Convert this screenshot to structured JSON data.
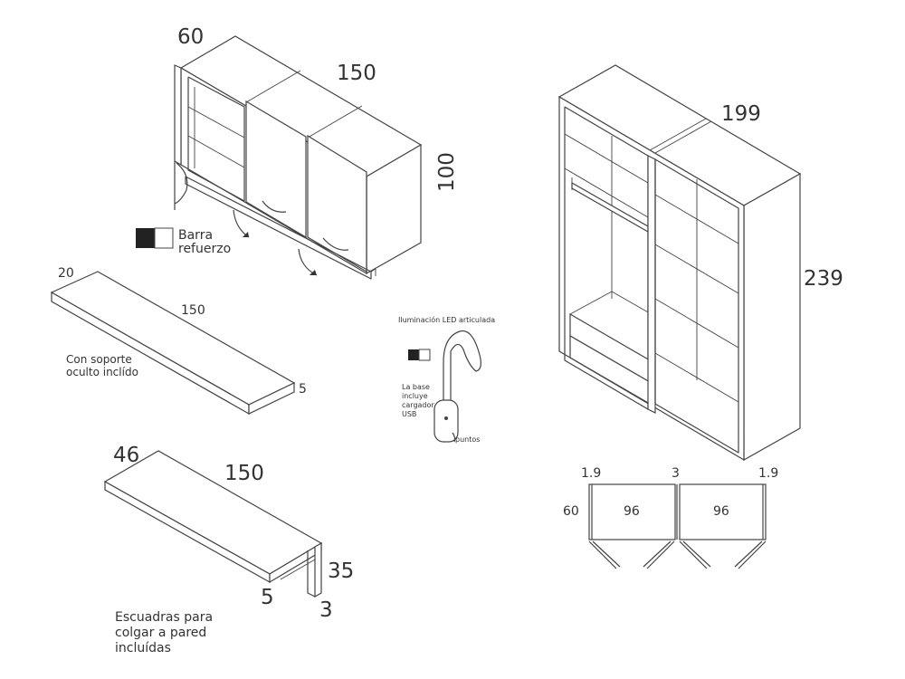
{
  "wall_cabinet": {
    "depth": "60",
    "width": "150",
    "height": "100",
    "bar_label_line1": "Barra",
    "bar_label_line2": "refuerzo"
  },
  "shelf": {
    "depth": "20",
    "width": "150",
    "thickness": "5",
    "note_line1": "Con soporte",
    "note_line2": "oculto inclído"
  },
  "desk": {
    "depth": "46",
    "width": "150",
    "height": "35",
    "thickness": "5",
    "side": "3",
    "note_line1": "Escuadras para",
    "note_line2": "colgar a pared",
    "note_line3": "incluídas"
  },
  "led": {
    "title": "Iluminación LED articulada",
    "base_line1": "La base",
    "base_line2": "incluye",
    "base_line3": "cargador",
    "base_line4": "USB",
    "points": "puntos"
  },
  "wardrobe": {
    "width": "199",
    "height": "239"
  },
  "plan": {
    "side_left": "1.9",
    "middle": "3",
    "side_right": "1.9",
    "depth": "60",
    "bay_left": "96",
    "bay_right": "96"
  }
}
